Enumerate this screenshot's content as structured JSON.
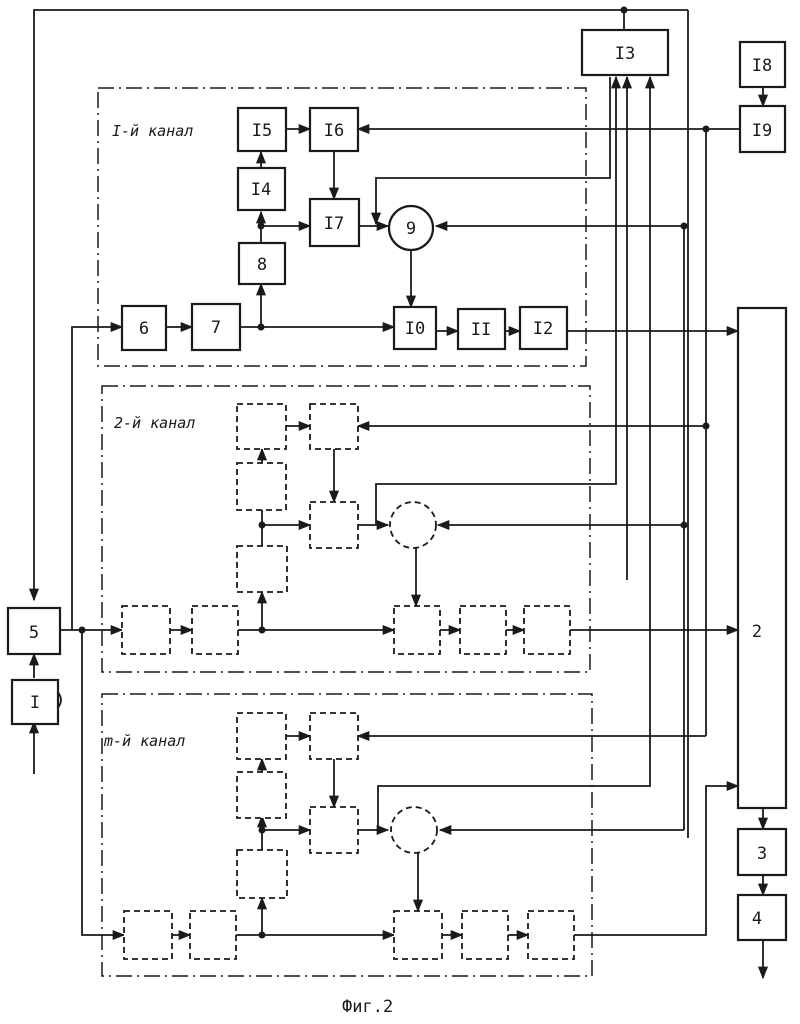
{
  "blocks": {
    "b1": "I",
    "b2": "2",
    "b3": "3",
    "b4": "4",
    "b5": "5",
    "b6": "6",
    "b7": "7",
    "b8": "8",
    "b9": "9",
    "b10": "I0",
    "b11": "II",
    "b12": "I2",
    "b13": "I3",
    "b14": "I4",
    "b15": "I5",
    "b16": "I6",
    "b17": "I7",
    "b18": "I8",
    "b19": "I9"
  },
  "channels": {
    "first": "I-й канал",
    "second": "2-й канал",
    "mth": "m-й канал"
  },
  "caption": "Фиг.2"
}
